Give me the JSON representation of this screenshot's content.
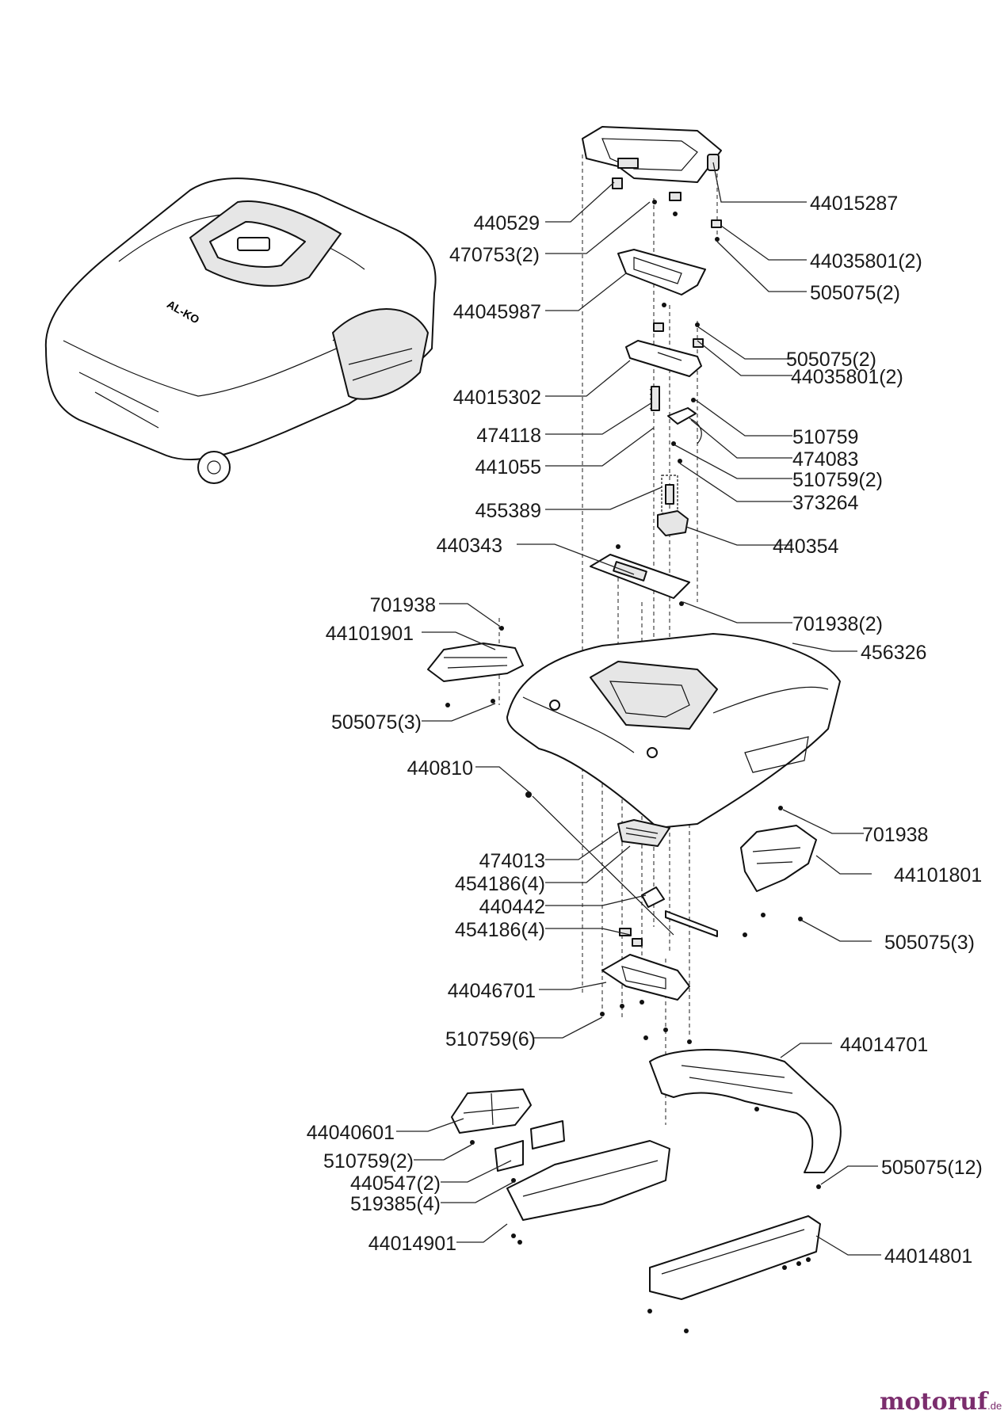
{
  "labels": [
    "44015287",
    "440529",
    "470753(2)",
    "44035801(2)",
    "505075(2)",
    "44045987",
    "505075(2)",
    "44035801(2)",
    "44015302",
    "474118",
    "510759",
    "474083",
    "441055",
    "510759(2)",
    "373264",
    "455389",
    "440343",
    "440354",
    "701938",
    "44101901",
    "701938(2)",
    "456326",
    "505075(3)",
    "440810",
    "701938",
    "474013",
    "44101801",
    "454186(4)",
    "440442",
    "454186(4)",
    "505075(3)",
    "44046701",
    "510759(6)",
    "44014701",
    "44040601",
    "510759(2)",
    "505075(12)",
    "440547(2)",
    "519385(4)",
    "44014901",
    "44014801"
  ],
  "brand": {
    "name": "motoruf",
    "tld": ".de"
  },
  "logo_text": "AL-KO"
}
